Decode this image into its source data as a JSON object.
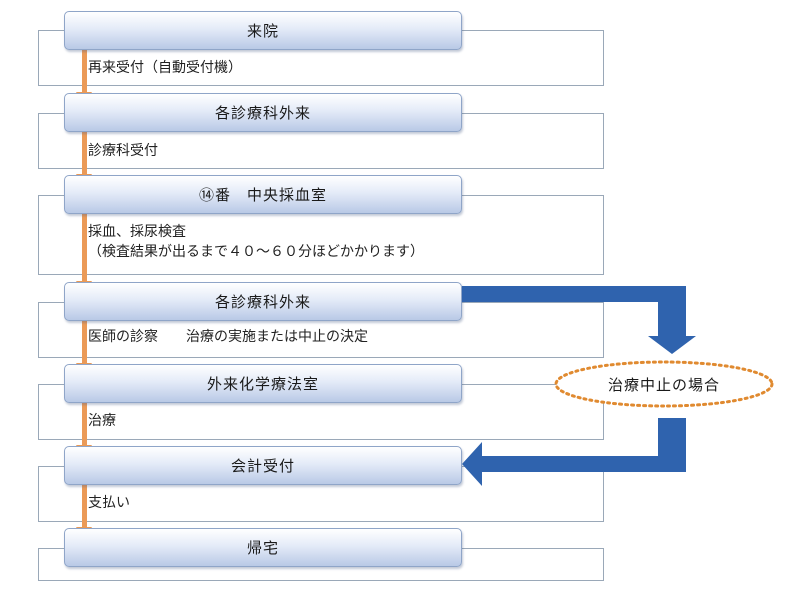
{
  "steps": [
    "来院",
    "各診療科外来",
    "⑭番　中央採血室",
    "各診療科外来",
    "外来化学療法室",
    "会計受付",
    "帰宅"
  ],
  "notes": [
    "再来受付（自動受付機）",
    "診療科受付",
    "採血、採尿検査\n（検査結果が出るまで４０～６０分ほどかかります）",
    "医師の診察　　治療の実施または中止の決定",
    "治療",
    "支払い"
  ],
  "branch": {
    "label": "治療中止の場合"
  },
  "colors": {
    "step_border": "#8fa5c8",
    "flow_arrow": "#eb9a57",
    "branch_arrow": "#2f63ae",
    "oval_border": "#e08a30"
  }
}
